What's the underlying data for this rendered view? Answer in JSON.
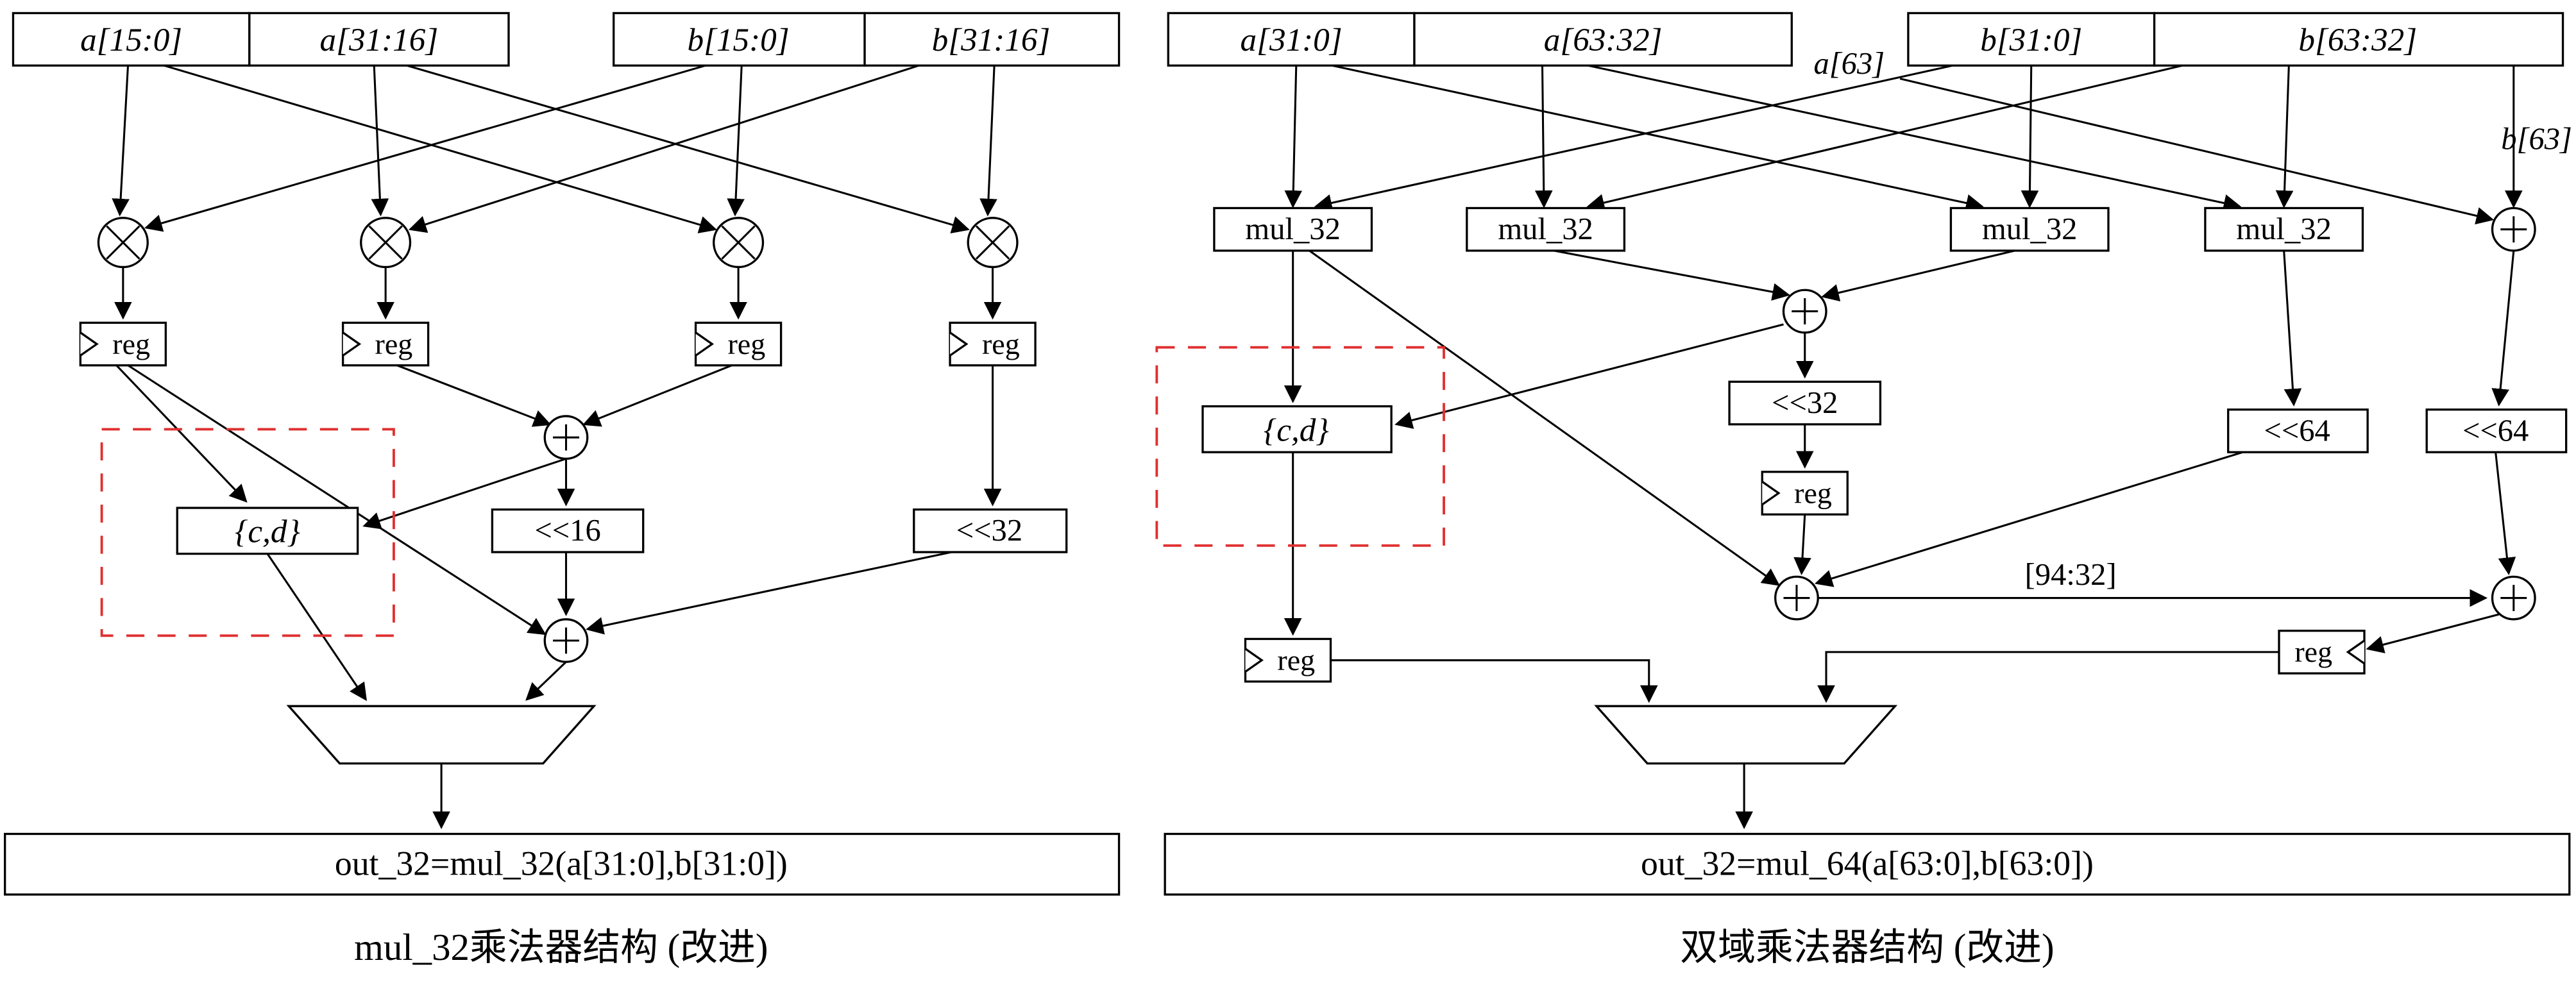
{
  "left": {
    "inputs": [
      "a[15:0]",
      "a[31:16]",
      "b[15:0]",
      "b[31:16]"
    ],
    "reg": "reg",
    "cd": "{c,d}",
    "shift16": "<<16",
    "shift32": "<<32",
    "output": "out_32=mul_32(a[31:0],b[31:0])",
    "caption": "mul_32乘法器结构 (改进)"
  },
  "right": {
    "inputs": [
      "a[31:0]",
      "a[63:32]",
      "b[31:0]",
      "b[63:32]"
    ],
    "mul": "mul_32",
    "a63": "a[63]",
    "b63": "b[63]",
    "cd": "{c,d}",
    "shift32": "<<32",
    "shift64": "<<64",
    "reg": "reg",
    "bits": "[94:32]",
    "output": "out_32=mul_64(a[63:0],b[63:0])",
    "caption": "双域乘法器结构 (改进)"
  }
}
